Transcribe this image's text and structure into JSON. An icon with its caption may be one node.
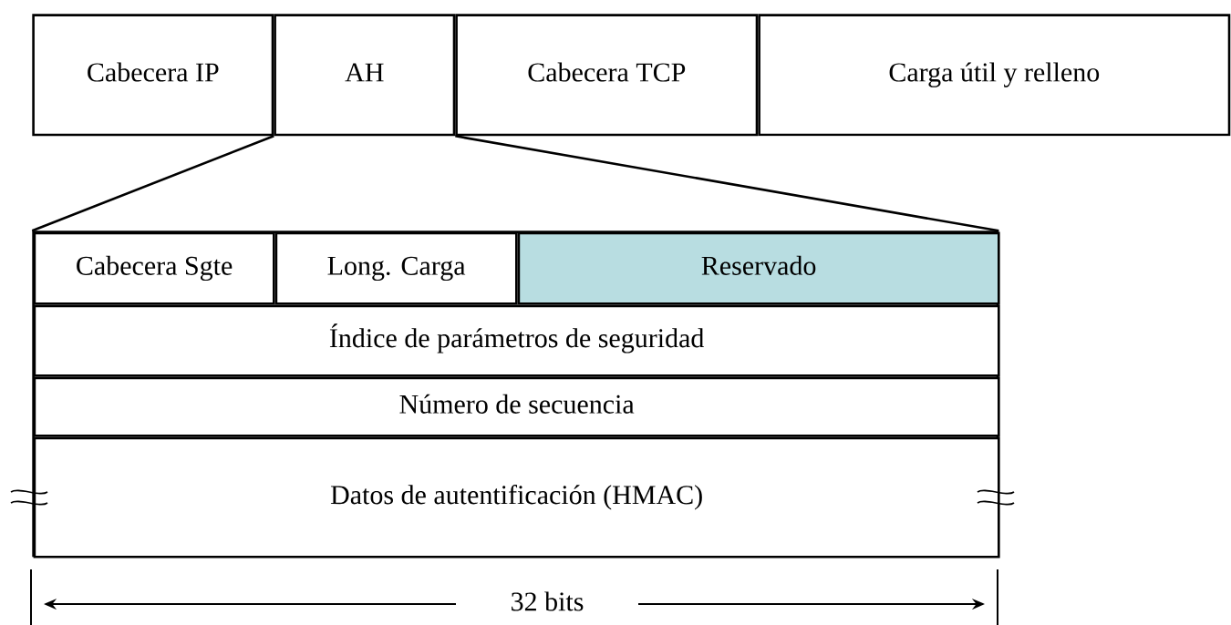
{
  "diagram": {
    "nodes": [
      {
        "text": [
          "Cabecera IP"
        ]
      },
      {
        "text": [
          "AH"
        ]
      },
      {
        "text": [
          "Cabecera TCP"
        ]
      },
      {
        "text": [
          "Carga útil y relleno"
        ]
      },
      {
        "text": [],
        "shape": "box"
      },
      {
        "text": [
          "Cabecera Sgte"
        ],
        "in": 4
      },
      {
        "text": [
          "Long. Carga"
        ],
        "in": 4
      },
      {
        "text": [
          "Reservado"
        ],
        "in": 4
      },
      {
        "text": [
          "Índice de parámetros de seguridad"
        ],
        "in": 4
      },
      {
        "text": [
          "Número de secuencia"
        ],
        "in": 4
      },
      {
        "text": [
          "Datos de autentificación (HMAC)"
        ],
        "in": 4
      }
    ],
    "edges": [
      {
        "from": 1,
        "to": 4,
        "arrow": "none"
      },
      {
        "from": 1,
        "to": 4,
        "arrow": "none"
      }
    ],
    "labels": [
      "32 bits"
    ]
  }
}
